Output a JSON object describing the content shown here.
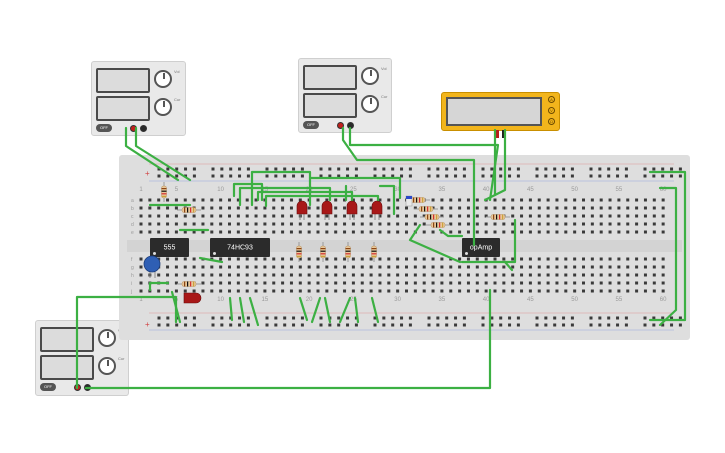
{
  "power_supplies": [
    {
      "id": "ps-top-left",
      "knob_labels": [
        "Vol",
        "Cur"
      ],
      "off_label": "OFF"
    },
    {
      "id": "ps-top-center",
      "knob_labels": [
        "Vol",
        "Cur"
      ],
      "off_label": "OFF"
    },
    {
      "id": "ps-bottom-left",
      "knob_labels": [
        "Vol",
        "Cur"
      ],
      "off_label": "OFF"
    }
  ],
  "multimeter": {
    "buttons": [
      "A",
      "V",
      "Ω"
    ]
  },
  "breadboard": {
    "column_numbers": [
      "1",
      "5",
      "10",
      "15",
      "20",
      "25",
      "30",
      "35",
      "40",
      "45",
      "50",
      "55",
      "60"
    ],
    "row_letters_top": [
      "a",
      "b",
      "c",
      "d",
      "e"
    ],
    "row_letters_bottom": [
      "f",
      "g",
      "h",
      "i",
      "j"
    ],
    "rail_plus": "+",
    "rail_minus": "−"
  },
  "chips": [
    {
      "name": "chip-555",
      "label": "555"
    },
    {
      "name": "chip-74hc93",
      "label": "74HC93"
    },
    {
      "name": "chip-opamp",
      "label": "opAmp"
    }
  ],
  "colors": {
    "wire": "#3cb043",
    "led": "#a81818",
    "resistor_body": "#e8c79a",
    "board": "#dedede",
    "multimeter": "#f2b51c"
  }
}
